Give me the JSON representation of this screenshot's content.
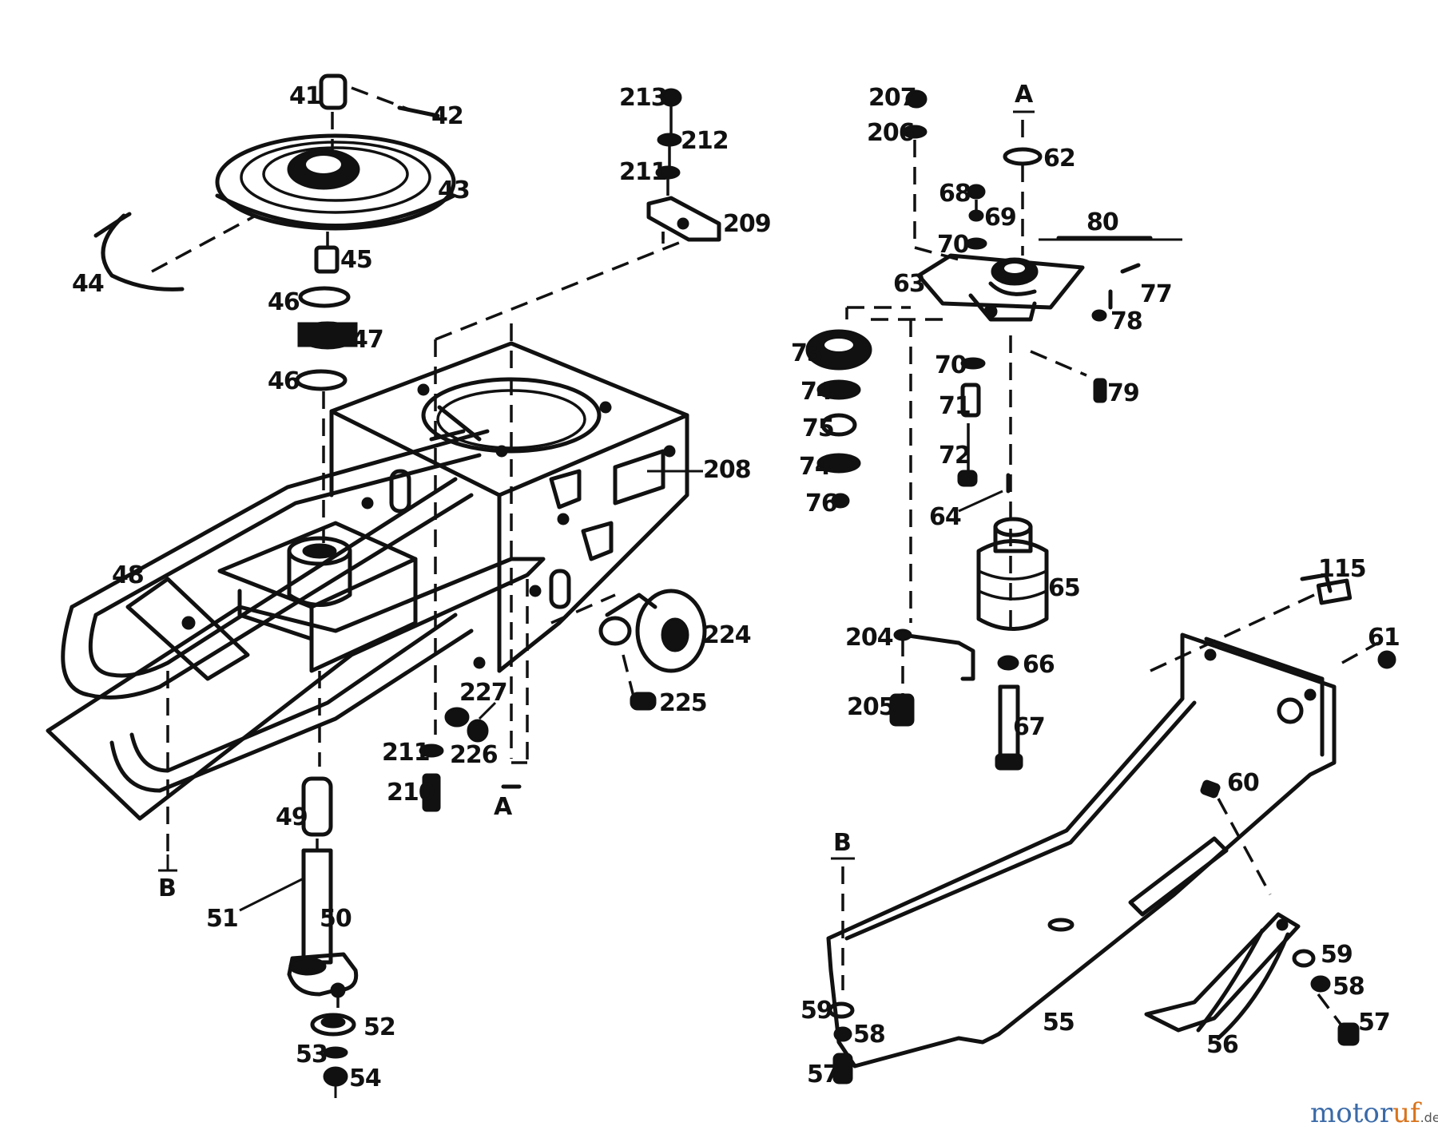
{
  "watermark": {
    "brand_part1": "motor",
    "brand_part2": "uf",
    "suffix": ".de",
    "colors": {
      "part1": "#3a6aa8",
      "part2": "#d9731c"
    }
  },
  "markers": {
    "a_top": "A",
    "a_bottom": "A",
    "b_left": "B",
    "b_right": "B"
  },
  "labels": {
    "p41": "41",
    "p42": "42",
    "p43": "43",
    "p44": "44",
    "p45": "45",
    "p46a": "46",
    "p47": "47",
    "p46b": "46",
    "p48": "48",
    "p49": "49",
    "p50": "50",
    "p51": "51",
    "p52": "52",
    "p53": "53",
    "p54": "54",
    "p55": "55",
    "p56": "56",
    "p57a": "57",
    "p57b": "57",
    "p58a": "58",
    "p58b": "58",
    "p59a": "59",
    "p59b": "59",
    "p60": "60",
    "p61": "61",
    "p62": "62",
    "p63": "63",
    "p64": "64",
    "p65": "65",
    "p66": "66",
    "p67": "67",
    "p68": "68",
    "p69": "69",
    "p70a": "70",
    "p70b": "70",
    "p71": "71",
    "p72": "72",
    "p73": "73",
    "p74a": "74",
    "p75": "75",
    "p74b": "74",
    "p76": "76",
    "p77": "77",
    "p78": "78",
    "p79": "79",
    "p80": "80",
    "p115": "115",
    "p204": "204",
    "p205": "205",
    "p206": "206",
    "p207": "207",
    "p208": "208",
    "p209": "209",
    "p210": "210",
    "p211a": "211",
    "p211b": "211",
    "p212": "212",
    "p213": "213",
    "p224": "224",
    "p225": "225",
    "p226": "226",
    "p227": "227"
  }
}
